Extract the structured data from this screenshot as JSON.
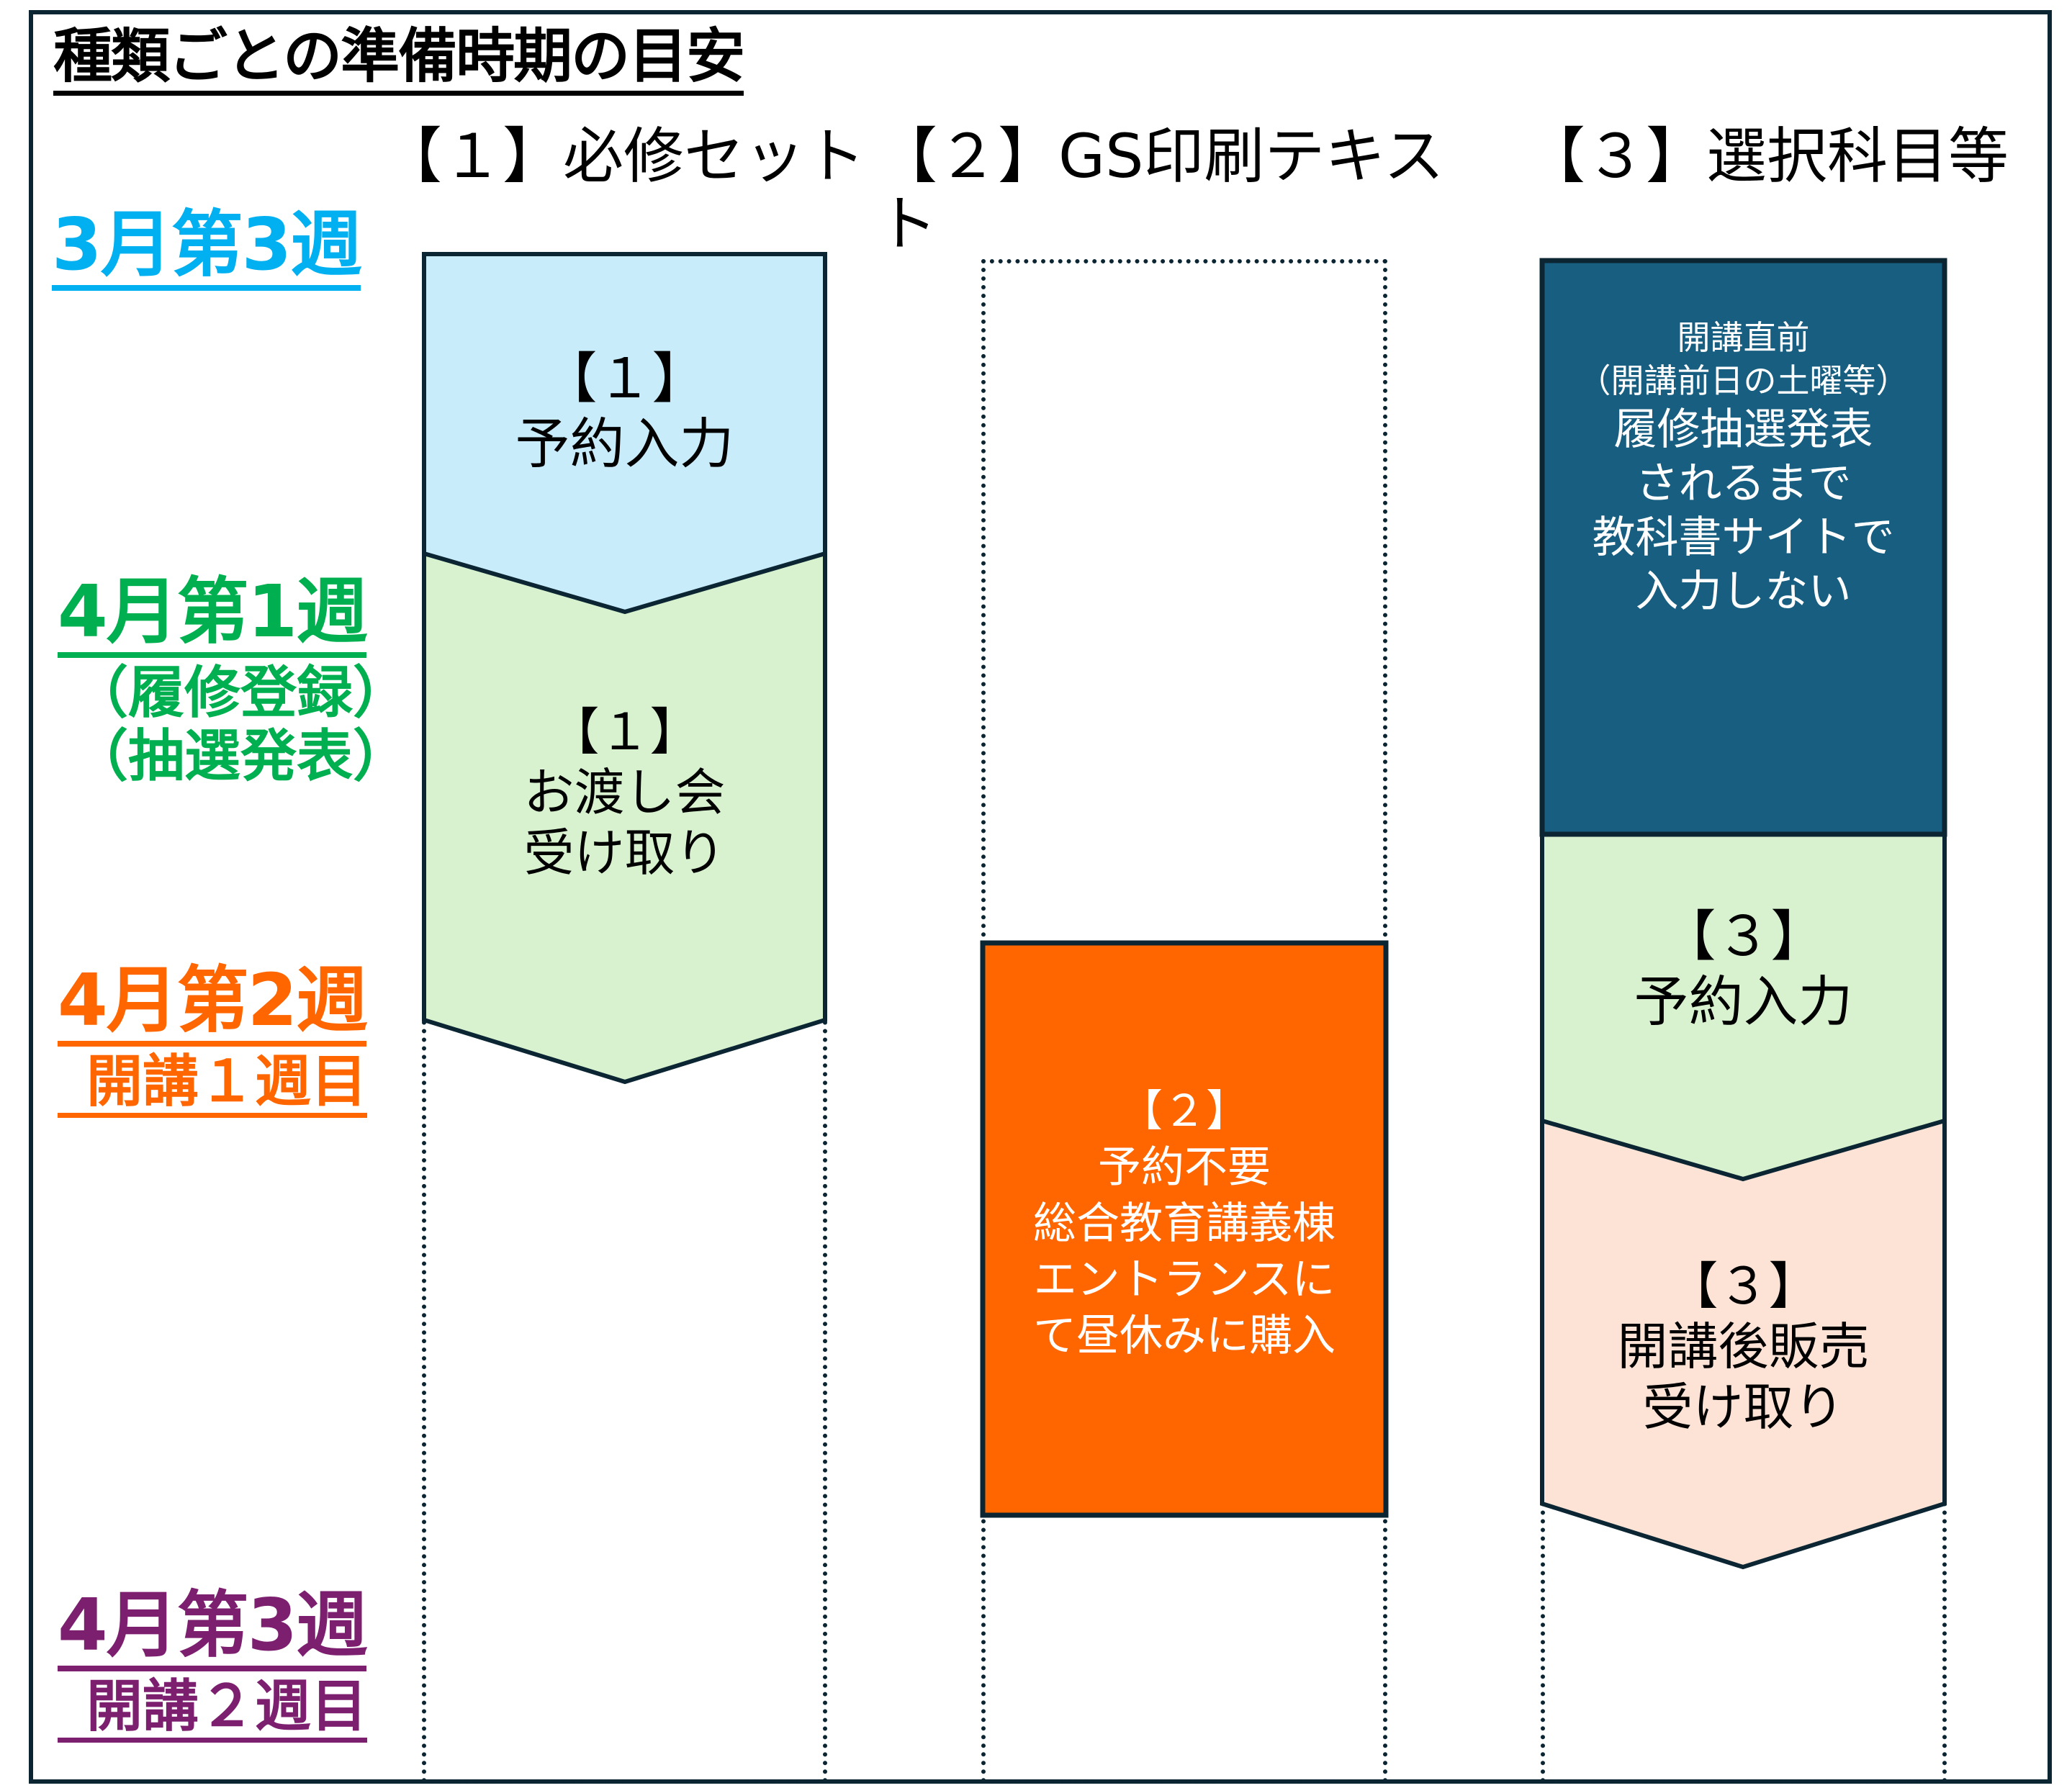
{
  "title": "種類ごとの準備時期の目安",
  "columns": [
    {
      "header": "【１】必修セット"
    },
    {
      "header": "【２】GS印刷テキスト"
    },
    {
      "header": "【３】選択科目等"
    }
  ],
  "weeks": [
    {
      "label": "3月第3週",
      "sub": [],
      "color": "#00b0f0"
    },
    {
      "label": "4月第1週",
      "sub": [
        "（履修登録）",
        "（抽選発表）"
      ],
      "color": "#00b050"
    },
    {
      "label": "4月第2週",
      "sub": [
        "開講１週目"
      ],
      "color": "#ff6600"
    },
    {
      "label": "4月第3週",
      "sub": [
        "開講２週目"
      ],
      "color": "#7b1f6e"
    }
  ],
  "blocks": {
    "col1_reserve": {
      "tag": "【１】",
      "text": "予約入力",
      "color": "#c9ecfb"
    },
    "col1_pickup": {
      "tag": "【１】",
      "lines": [
        "お渡し会",
        "受け取り"
      ],
      "color": "#d8f2d0"
    },
    "col2_buy": {
      "tag": "【２】",
      "lines": [
        "予約不要",
        "総合教育講義棟",
        "エントランスに",
        "て昼休みに購入"
      ],
      "color": "#ff6600"
    },
    "col3_wait": {
      "lines_small": [
        "開講直前",
        "（開講前日の土曜等）"
      ],
      "lines": [
        "履修抽選発表",
        "されるまで",
        "教科書サイトで",
        "入力しない"
      ],
      "color": "#175e80"
    },
    "col3_reserve": {
      "tag": "【３】",
      "text": "予約入力",
      "color": "#d8f2d0"
    },
    "col3_sale": {
      "tag": "【３】",
      "lines": [
        "開講後販売",
        "受け取り"
      ],
      "color": "#fce3d6"
    }
  },
  "colors": {
    "outline": "#0b2533"
  }
}
